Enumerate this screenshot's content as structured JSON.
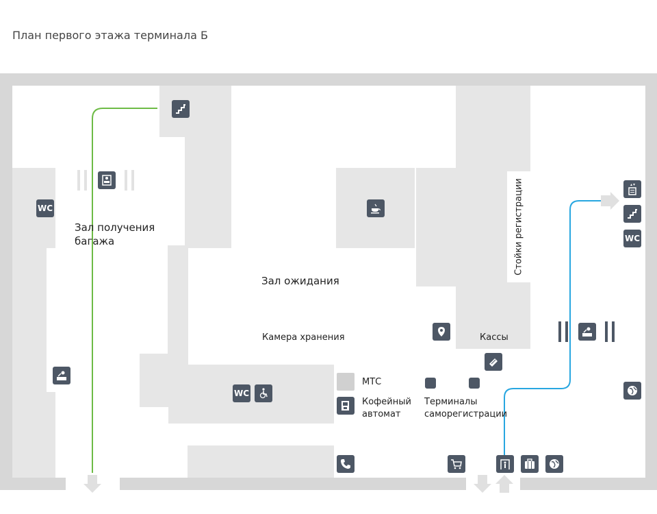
{
  "title": "План первого этажа терминала Б",
  "areas": {
    "baggage_hall": "Зал получения багажа",
    "waiting_hall": "Зал ожидания",
    "luggage_storage": "Камера хранения",
    "ticket_office": "Кассы",
    "checkin_counters": "Стойки регистрации",
    "mts": "МТС",
    "coffee_machine": "Кофейный автомат",
    "self_checkin": "Терминалы саморегистрации"
  },
  "icons": {
    "wc": "WC",
    "pass": "PASS"
  },
  "colors": {
    "wall": "#d7d7d7",
    "block": "#e6e6e6",
    "icon": "#4d5765",
    "green_route": "#6dbb45",
    "blue_route": "#27a6e0"
  }
}
